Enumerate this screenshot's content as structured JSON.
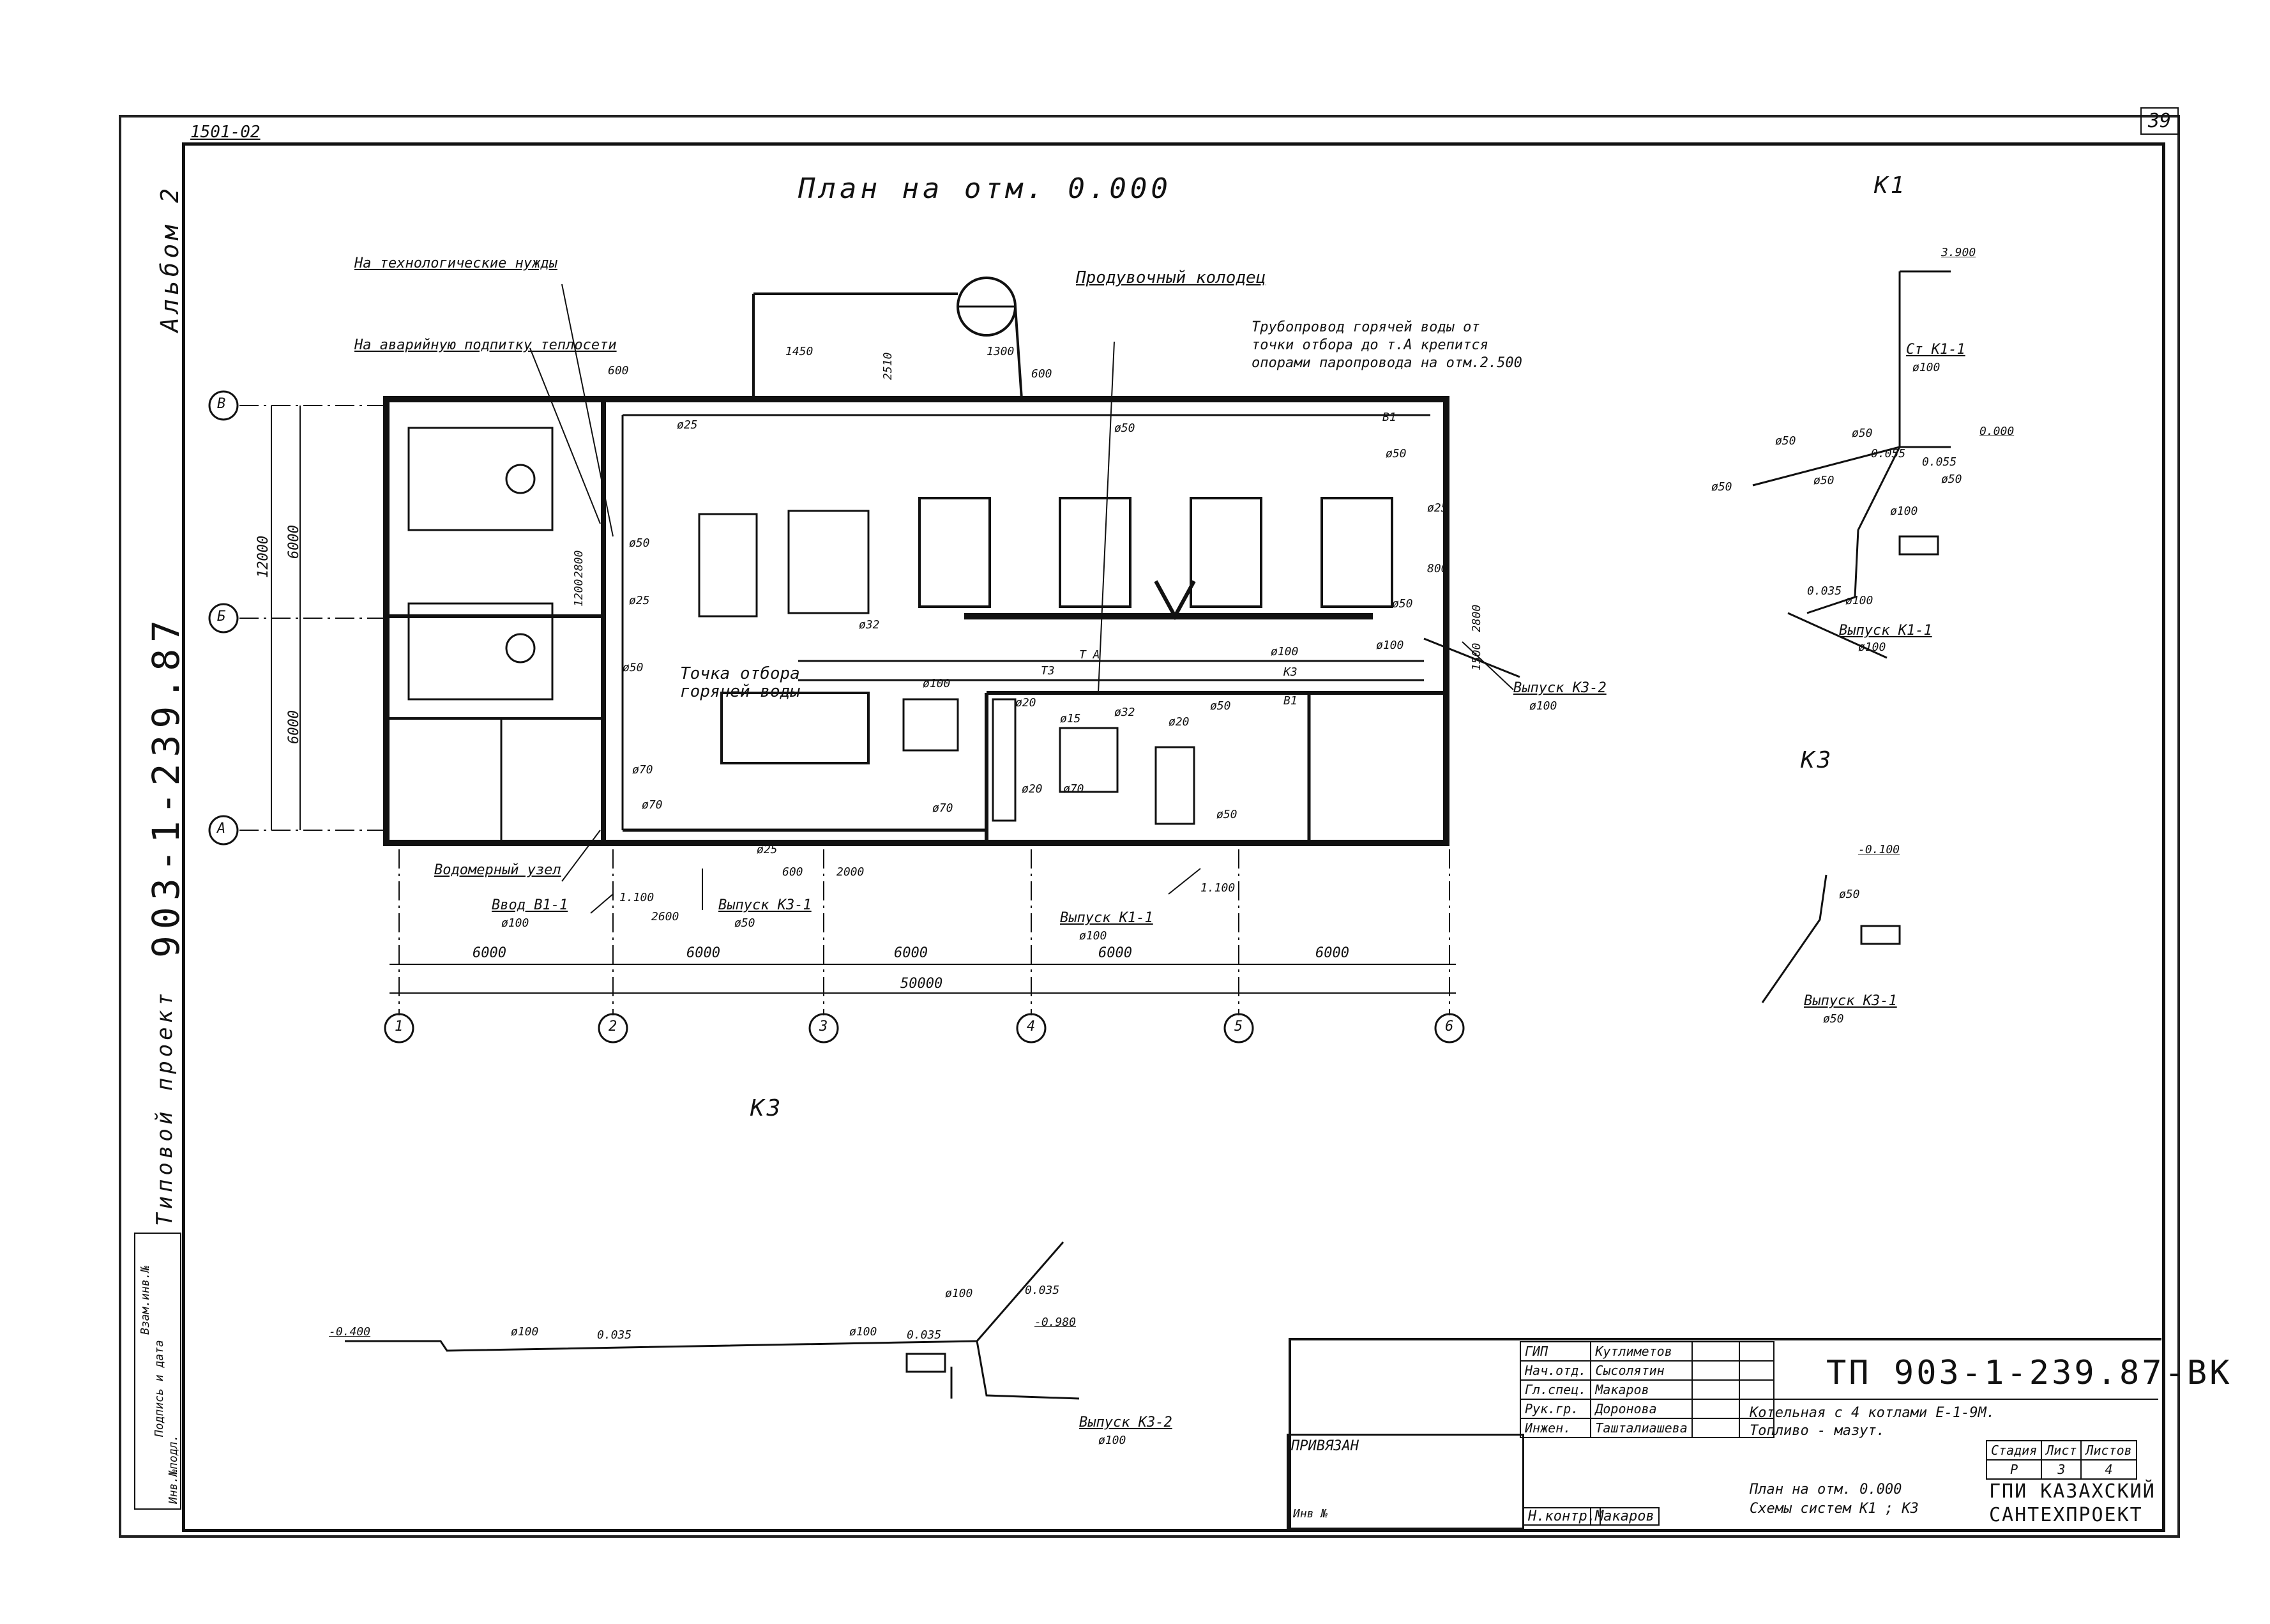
{
  "header": {
    "series_code": "1501-02",
    "sheet_number_top": "39",
    "album": "Альбом 2",
    "project_code_vertical": "903-1-239.87",
    "typical_project": "Типовой проект"
  },
  "plan": {
    "title": "План на отм. 0.000",
    "axes_letters": [
      "В",
      "Б",
      "А"
    ],
    "axes_numbers": [
      "1",
      "2",
      "3",
      "4",
      "5",
      "6"
    ],
    "dims_vertical": [
      "12000",
      "6000",
      "6000"
    ],
    "dims_bottom": [
      "6000",
      "6000",
      "6000",
      "6000",
      "6000"
    ],
    "dim_total": "50000",
    "labels": {
      "tech_needs": "На технологические нужды",
      "emergency_feed": "На аварийную подпитку теплосети",
      "blowdown_well": "Продувочный колодец",
      "hot_water_pipe_line1": "Трубопровод горячей воды от",
      "hot_water_pipe_line2": "точки отбора до т.А крепится",
      "hot_water_pipe_line3": "опорами паропровода на отм.2.500",
      "take_point_line1": "Точка отбора",
      "take_point_line2": "горячей воды",
      "water_meter": "Водомерный узел",
      "inlet_b1": "Ввод В1-1",
      "inlet_b1_d": "ø100",
      "outlet_k3_1": "Выпуск К3-1",
      "outlet_k3_1_d": "ø50",
      "outlet_k1_1": "Выпуск К1-1",
      "outlet_k1_1_d": "ø100",
      "outlet_k3_2": "Выпуск К3-2",
      "outlet_k3_2_d": "ø100"
    },
    "small_dims": [
      "1450",
      "2510",
      "1300",
      "600",
      "600",
      "2800",
      "1200",
      "2800",
      "1500",
      "800",
      "600",
      "2000",
      "2600",
      "1.100",
      "1.100"
    ],
    "pipe_marks": [
      "ø25",
      "ø50",
      "ø50",
      "ø25",
      "ø50",
      "ø70",
      "ø70",
      "ø70",
      "ø25",
      "ø32",
      "ø100",
      "ø20",
      "ø15",
      "ø32",
      "ø20",
      "ø50",
      "ø20",
      "ø70",
      "ø50",
      "ø100",
      "ø50",
      "ø100",
      "ø50",
      "ø25"
    ],
    "line_codes": [
      "Т3",
      "Т А",
      "К3",
      "В1",
      "В1"
    ]
  },
  "k1": {
    "title": "К1",
    "level_top": "3.900",
    "riser": "Ст К1-1",
    "riser_d": "ø100",
    "level_zero": "0.000",
    "marks": [
      "ø50",
      "ø50",
      "ø50",
      "ø50",
      "ø50",
      "0.055",
      "0.055",
      "0.035",
      "ø100",
      "ø100"
    ],
    "outlet": "Выпуск К1-1",
    "outlet_d": "ø100"
  },
  "k3_small": {
    "title": "К3",
    "level": "-0.100",
    "mark": "ø50",
    "outlet": "Выпуск К3-1",
    "outlet_d": "ø50"
  },
  "k3_large": {
    "title": "К3",
    "level_start": "-0.400",
    "marks": [
      "ø100",
      "0.035",
      "ø100",
      "0.035",
      "ø100",
      "0.035"
    ],
    "level_end": "-0.980",
    "outlet": "Выпуск К3-2",
    "outlet_d": "ø100"
  },
  "stamp": {
    "code": "ТП 903-1-239.87-ВК",
    "roles": [
      "ГИП",
      "Нач.отд.",
      "Гл.спец.",
      "Рук.гр.",
      "Инжен."
    ],
    "names": [
      "Кутлиметов",
      "Сысолятин",
      "Макаров",
      "Доронова",
      "Ташталиашева"
    ],
    "object_line1": "Котельная с 4 котлами Е-1-9М.",
    "object_line2": "Топливо - мазут.",
    "stage_label": "Стадия",
    "sheet_label": "Лист",
    "sheets_label": "Листов",
    "stage": "Р",
    "sheet": "3",
    "sheets": "4",
    "drawing_line1": "План на отм. 0.000",
    "drawing_line2": "Схемы систем К1 ; К3",
    "org_line1": "ГПИ КАЗАХСКИЙ",
    "org_line2": "САНТЕХПРОЕКТ",
    "bound": "ПРИВЯЗАН",
    "inv": "Инв №",
    "control_role": "Н.контр.",
    "control_name": "Макаров",
    "side_cols": [
      "Взам.инв.№",
      "Подпись и дата",
      "Инв.№подл."
    ]
  }
}
